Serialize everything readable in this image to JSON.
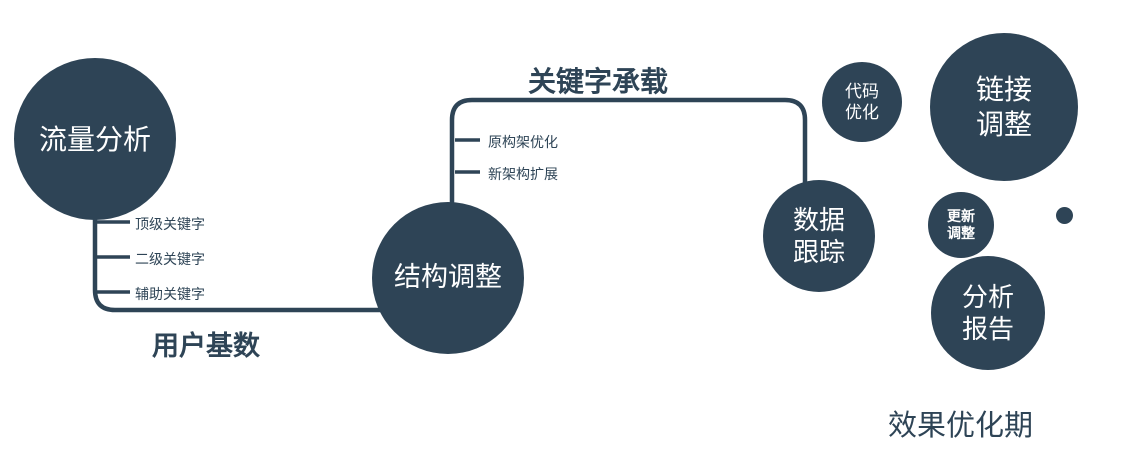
{
  "colors": {
    "primary": "#2e4456",
    "text_on_node": "#ffffff"
  },
  "nodes": {
    "traffic_analysis": {
      "label": "流量分析"
    },
    "structure_adjustment": {
      "label": "结构调整"
    },
    "data_tracking": {
      "line1": "数据",
      "line2": "跟踪"
    },
    "code_optimization": {
      "line1": "代码",
      "line2": "优化"
    },
    "link_adjustment": {
      "line1": "链接",
      "line2": "调整"
    },
    "update_adjustment": {
      "line1": "更新",
      "line2": "调整"
    },
    "analysis_report": {
      "line1": "分析",
      "line2": "报告"
    }
  },
  "edge_labels": {
    "user_base": "用户基数",
    "keyword_carrying": "关键字承载"
  },
  "branches": {
    "traffic_analysis": [
      "顶级关键字",
      "二级关键字",
      "辅助关键字"
    ],
    "structure_adjustment": [
      "原构架优化",
      "新架构扩展"
    ]
  },
  "caption": "效果优化期"
}
